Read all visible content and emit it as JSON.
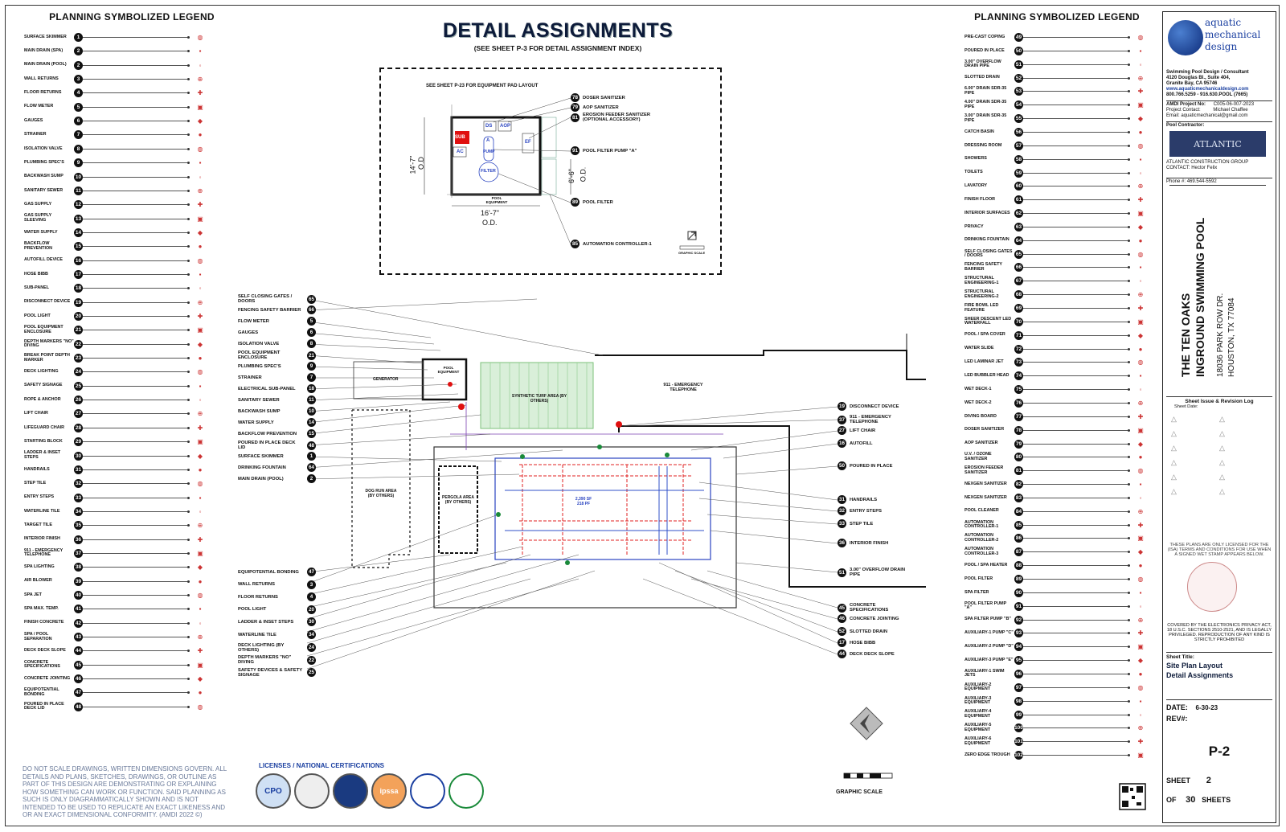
{
  "header": {
    "title": "DETAIL ASSIGNMENTS",
    "subtitle": "(SEE SHEET P-3 FOR DETAIL ASSIGNMENT INDEX)"
  },
  "legend_left": {
    "title": "PLANNING SYMBOLIZED LEGEND",
    "items": [
      {
        "n": "1",
        "label": "SURFACE SKIMMER"
      },
      {
        "n": "2",
        "label": "MAIN DRAIN (SPA)"
      },
      {
        "n": "2",
        "label": "MAIN DRAIN (POOL)"
      },
      {
        "n": "3",
        "label": "WALL RETURNS"
      },
      {
        "n": "4",
        "label": "FLOOR RETURNS"
      },
      {
        "n": "5",
        "label": "FLOW METER"
      },
      {
        "n": "6",
        "label": "GAUGES"
      },
      {
        "n": "7",
        "label": "STRAINER"
      },
      {
        "n": "8",
        "label": "ISOLATION VALVE"
      },
      {
        "n": "9",
        "label": "PLUMBING SPEC'S"
      },
      {
        "n": "10",
        "label": "BACKWASH SUMP"
      },
      {
        "n": "11",
        "label": "SANITARY SEWER"
      },
      {
        "n": "12",
        "label": "GAS SUPPLY"
      },
      {
        "n": "13",
        "label": "GAS SUPPLY SLEEVING"
      },
      {
        "n": "14",
        "label": "WATER SUPPLY"
      },
      {
        "n": "15",
        "label": "BACKFLOW PREVENTION"
      },
      {
        "n": "16",
        "label": "AUTOFILL DEVICE"
      },
      {
        "n": "17",
        "label": "HOSE BIBB"
      },
      {
        "n": "18",
        "label": "SUB-PANEL"
      },
      {
        "n": "19",
        "label": "DISCONNECT DEVICE"
      },
      {
        "n": "20",
        "label": "POOL LIGHT"
      },
      {
        "n": "21",
        "label": "POOL EQUIPMENT ENCLOSURE"
      },
      {
        "n": "22",
        "label": "DEPTH MARKERS \"NO\" DIVING"
      },
      {
        "n": "23",
        "label": "BREAK POINT DEPTH MARKER"
      },
      {
        "n": "24",
        "label": "DECK LIGHTING"
      },
      {
        "n": "25",
        "label": "SAFETY SIGNAGE"
      },
      {
        "n": "26",
        "label": "ROPE & ANCHOR"
      },
      {
        "n": "27",
        "label": "LIFT CHAIR"
      },
      {
        "n": "28",
        "label": "LIFEGUARD CHAIR"
      },
      {
        "n": "29",
        "label": "STARTING BLOCK"
      },
      {
        "n": "30",
        "label": "LADDER & INSET STEPS"
      },
      {
        "n": "31",
        "label": "HANDRAILS"
      },
      {
        "n": "32",
        "label": "STEP TILE"
      },
      {
        "n": "33",
        "label": "ENTRY STEPS"
      },
      {
        "n": "34",
        "label": "WATERLINE TILE"
      },
      {
        "n": "35",
        "label": "TARGET TILE"
      },
      {
        "n": "36",
        "label": "INTERIOR FINISH"
      },
      {
        "n": "37",
        "label": "911 - EMERGENCY TELEPHONE"
      },
      {
        "n": "38",
        "label": "SPA LIGHTING"
      },
      {
        "n": "39",
        "label": "AIR BLOWER"
      },
      {
        "n": "40",
        "label": "SPA JET"
      },
      {
        "n": "41",
        "label": "SPA MAX. TEMP."
      },
      {
        "n": "42",
        "label": "FINISH CONCRETE"
      },
      {
        "n": "43",
        "label": "SPA / POOL SEPARATION"
      },
      {
        "n": "44",
        "label": "DECK DECK SLOPE"
      },
      {
        "n": "45",
        "label": "CONCRETE SPECIFICATIONS"
      },
      {
        "n": "46",
        "label": "CONCRETE JOINTING"
      },
      {
        "n": "47",
        "label": "EQUIPOTENTIAL BONDING"
      },
      {
        "n": "48",
        "label": "POURED IN PLACE DECK LID"
      }
    ]
  },
  "legend_right": {
    "title": "PLANNING SYMBOLIZED LEGEND",
    "items": [
      {
        "n": "49",
        "label": "PRE-CAST COPING"
      },
      {
        "n": "50",
        "label": "POURED IN PLACE"
      },
      {
        "n": "51",
        "label": "3.00\" OVERFLOW DRAIN PIPE"
      },
      {
        "n": "52",
        "label": "SLOTTED DRAIN"
      },
      {
        "n": "53",
        "label": "6.00\" DRAIN SDR-35 PIPE"
      },
      {
        "n": "54",
        "label": "4.00\" DRAIN SDR-35 PIPE"
      },
      {
        "n": "55",
        "label": "3.00\" DRAIN SDR-35 PIPE"
      },
      {
        "n": "56",
        "label": "CATCH BASIN"
      },
      {
        "n": "57",
        "label": "DRESSING ROOM"
      },
      {
        "n": "58",
        "label": "SHOWERS"
      },
      {
        "n": "59",
        "label": "TOILETS"
      },
      {
        "n": "60",
        "label": "LAVATORY"
      },
      {
        "n": "61",
        "label": "FINISH FLOOR"
      },
      {
        "n": "62",
        "label": "INTERIOR SURFACES"
      },
      {
        "n": "63",
        "label": "PRIVACY"
      },
      {
        "n": "64",
        "label": "DRINKING FOUNTAIN"
      },
      {
        "n": "65",
        "label": "SELF CLOSING GATES / DOORS"
      },
      {
        "n": "66",
        "label": "FENCING SAFETY BARRIER"
      },
      {
        "n": "67",
        "label": "STRUCTURAL ENGINEERING-1"
      },
      {
        "n": "68",
        "label": "STRUCTURAL ENGINEERING-2"
      },
      {
        "n": "69",
        "label": "FIRE BOWL LED FEATURE"
      },
      {
        "n": "70",
        "label": "SHEER DESCENT LED WATERFALL"
      },
      {
        "n": "71",
        "label": "POOL / SPA COVER"
      },
      {
        "n": "72",
        "label": "WATER SLIDE"
      },
      {
        "n": "73",
        "label": "LED LAMINAR JET"
      },
      {
        "n": "74",
        "label": "LED BUBBLER HEAD"
      },
      {
        "n": "75",
        "label": "WET DECK-1"
      },
      {
        "n": "76",
        "label": "WET DECK-2"
      },
      {
        "n": "77",
        "label": "DIVING BOARD"
      },
      {
        "n": "78",
        "label": "DOSER SANITIZER"
      },
      {
        "n": "79",
        "label": "AOP SANITIZER"
      },
      {
        "n": "80",
        "label": "U.V. / OZONE SANITIZER"
      },
      {
        "n": "81",
        "label": "EROSION FEEDER SANITIZER"
      },
      {
        "n": "82",
        "label": "NEXGEN SANITIZER"
      },
      {
        "n": "83",
        "label": "NEXGEN SANITIZER"
      },
      {
        "n": "84",
        "label": "POOL CLEANER"
      },
      {
        "n": "85",
        "label": "AUTOMATION CONTROLLER-1"
      },
      {
        "n": "86",
        "label": "AUTOMATION CONTROLLER-2"
      },
      {
        "n": "87",
        "label": "AUTOMATION CONTROLLER-3"
      },
      {
        "n": "88",
        "label": "POOL / SPA HEATER"
      },
      {
        "n": "89",
        "label": "POOL FILTER"
      },
      {
        "n": "90",
        "label": "SPA FILTER"
      },
      {
        "n": "91",
        "label": "POOL FILTER PUMP \"A\""
      },
      {
        "n": "92",
        "label": "SPA FILTER PUMP \"B\""
      },
      {
        "n": "93",
        "label": "AUXILIARY-1 PUMP \"C\""
      },
      {
        "n": "94",
        "label": "AUXILIARY-2 PUMP \"D\""
      },
      {
        "n": "95",
        "label": "AUXILIARY-3 PUMP \"E\""
      },
      {
        "n": "96",
        "label": "AUXILIARY-1 SWIM JETS"
      },
      {
        "n": "97",
        "label": "AUXILIARY-2 EQUIPMENT"
      },
      {
        "n": "98",
        "label": "AUXILIARY-3 EQUIPMENT"
      },
      {
        "n": "99",
        "label": "AUXILIARY-4 EQUIPMENT"
      },
      {
        "n": "100",
        "label": "AUXILIARY-5 EQUIPMENT"
      },
      {
        "n": "101",
        "label": "AUXILIARY-6 EQUIPMENT"
      },
      {
        "n": "102",
        "label": "ZERO EDGE TROUGH"
      }
    ]
  },
  "inset": {
    "note": "SEE SHEET P-23 FOR EQUIPMENT PAD LAYOUT",
    "dim_width": "16'-7\"",
    "dim_width_od": "O.D.",
    "dim_height": "14'-7\"",
    "dim_height_od": "O.D",
    "dim_side": "6'-6\"",
    "dim_side_od": "O.D.",
    "labels": {
      "sub": "SUB",
      "ds": "DS",
      "aop": "AOP",
      "ac": "AC",
      "pump": "PUMP",
      "a": "A",
      "filter": "FILTER",
      "ef": "EF",
      "pad": "POOL EQUIPMENT"
    },
    "callouts": [
      {
        "n": "78",
        "label": "DOSER SANITIZER"
      },
      {
        "n": "79",
        "label": "AOP SANITIZER"
      },
      {
        "n": "81",
        "label": "EROSION FEEDER SANITIZER (OPTIONAL ACCESSORY)"
      },
      {
        "n": "91",
        "label": "POOL FILTER PUMP \"A\""
      },
      {
        "n": "89",
        "label": "POOL FILTER"
      },
      {
        "n": "85",
        "label": "AUTOMATION CONTROLLER-1"
      }
    ],
    "scale_label": "GRAPHIC SCALE"
  },
  "site_left_callouts": [
    {
      "n": "65",
      "label": "SELF CLOSING GATES / DOORS"
    },
    {
      "n": "66",
      "label": "FENCING SAFETY BARRIER"
    },
    {
      "n": "5",
      "label": "FLOW METER"
    },
    {
      "n": "6",
      "label": "GAUGES"
    },
    {
      "n": "8",
      "label": "ISOLATION VALVE"
    },
    {
      "n": "21",
      "label": "POOL EQUIPMENT ENCLOSURE"
    },
    {
      "n": "9",
      "label": "PLUMBING SPEC'S"
    },
    {
      "n": "7",
      "label": "STRAINER"
    },
    {
      "n": "18",
      "label": "ELECTRICAL SUB-PANEL"
    },
    {
      "n": "11",
      "label": "SANITARY SEWER"
    },
    {
      "n": "10",
      "label": "BACKWASH SUMP"
    },
    {
      "n": "14",
      "label": "WATER SUPPLY"
    },
    {
      "n": "15",
      "label": "BACKFLOW PREVENTION"
    },
    {
      "n": "48",
      "label": "POURED IN PLACE DECK LID"
    },
    {
      "n": "1",
      "label": "SURFACE SKIMMER"
    },
    {
      "n": "64",
      "label": "DRINKING FOUNTAIN"
    },
    {
      "n": "2",
      "label": "MAIN DRAIN (POOL)"
    }
  ],
  "site_left_callouts_low": [
    {
      "n": "47",
      "label": "EQUIPOTENTIAL BONDING"
    },
    {
      "n": "3",
      "label": "WALL RETURNS"
    },
    {
      "n": "4",
      "label": "FLOOR RETURNS"
    },
    {
      "n": "20",
      "label": "POOL LIGHT"
    },
    {
      "n": "30",
      "label": "LADDER & INSET STEPS"
    },
    {
      "n": "34",
      "label": "WATERLINE TILE"
    },
    {
      "n": "24",
      "label": "DECK LIGHTING (BY OTHERS)"
    },
    {
      "n": "22",
      "label": "DEPTH MARKERS \"NO\" DIVING"
    },
    {
      "n": "25",
      "label": "SAFETY DEVICES & SAFETY SIGNAGE"
    }
  ],
  "site_right_callouts": [
    {
      "n": "19",
      "label": "DISCONNECT DEVICE"
    },
    {
      "n": "37",
      "label": "911 - EMERGENCY TELEPHONE"
    },
    {
      "n": "27",
      "label": "LIFT CHAIR"
    },
    {
      "n": "16",
      "label": "AUTOFILL"
    },
    {
      "n": "50",
      "label": "POURED IN PLACE"
    },
    {
      "n": "31",
      "label": "HANDRAILS"
    },
    {
      "n": "32",
      "label": "ENTRY STEPS"
    },
    {
      "n": "33",
      "label": "STEP TILE"
    },
    {
      "n": "36",
      "label": "INTERIOR FINISH"
    },
    {
      "n": "51",
      "label": "3.00\" OVERFLOW DRAIN PIPE"
    },
    {
      "n": "45",
      "label": "CONCRETE SPECIFICATIONS"
    },
    {
      "n": "46",
      "label": "CONCRETE JOINTING"
    },
    {
      "n": "52",
      "label": "SLOTTED DRAIN"
    },
    {
      "n": "17",
      "label": "HOSE BIBB"
    },
    {
      "n": "44",
      "label": "DECK DECK SLOPE"
    }
  ],
  "site_labels": {
    "generator": "GENERATOR",
    "pool_equipment": "POOL EQUIPMENT",
    "turf": "SYNTHETIC TURF AREA (BY OTHERS)",
    "telephone": "911 - EMERGENCY TELEPHONE",
    "dog_run": "DOG RUN AREA (BY OTHERS)",
    "pergola": "PERGOLA AREA (BY OTHERS)",
    "pool_area": "2,390 SF 218 PF"
  },
  "title_block": {
    "company_name": "aquatic mechanical design",
    "company_desc": "Swimming Pool Design / Consultant",
    "address1": "4120 Douglas Bl., Suite 404,",
    "address2": "Granite Bay, CA 95746",
    "website": "www.aquaticmechanicaldesign.com",
    "phone": "800.766.5259 - 916.630.POOL (7665)",
    "project_no_label": "AMDI Project No:",
    "project_no": "C005-06-007-2023",
    "contact_label": "Project Contact:",
    "contact": "Michael Chaffee",
    "email": "Email: aquaticmechanical@gmail.com",
    "contractor_label": "Pool Contractor:",
    "contractor_logo": "ATLANTIC",
    "contractor_name": "ATLANTIC CONSTRUCTION GROUP",
    "contractor_contact": "CONTACT: Hector Felix",
    "contractor_phone": "Phone #: 469.544-5592",
    "project_line1": "THE TEN OAKS",
    "project_line2": "INGROUND SWIMMING POOL",
    "address_line1": "18036 PARK ROW DR.",
    "address_line2": "HOUSTON, TX 77084",
    "revision_title": "Sheet Issue & Revision Log",
    "sheet_date_label": "Sheet Date:",
    "license_note": "THESE PLANS ARE ONLY LICENSED FOR THE (ISA) TERMS AND CONDITIONS FOR USE WHEN A SIGNED WET STAMP APPEARS BELOW.",
    "privacy_note": "COVERED BY THE ELECTRONICS PRIVACY ACT, 18 U.S.C. SECTIONS 2510-2521, AND IS LEGALLY PRIVILEGED. REPRODUCTION OF ANY KIND IS STRICTLY PROHIBITED",
    "sheet_title_label": "Sheet Title:",
    "sheet_title_1": "Site Plan Layout",
    "sheet_title_2": "Detail Assignments",
    "date_label": "DATE:",
    "date": "6-30-23",
    "rev_label": "REV#:",
    "sheet_code": "P-2",
    "sheet_label": "SHEET",
    "sheet_no": "2",
    "of_label": "OF",
    "of_no": "30",
    "sheets_label": "SHEETS"
  },
  "footer": {
    "disclaimer": "DO NOT SCALE DRAWINGS, WRITTEN DIMENSIONS GOVERN. ALL DETAILS AND PLANS, SKETCHES, DRAWINGS, OR OUTLINE AS PART OF THIS DESIGN ARE DEMONSTRATING OR EXPLAINING HOW SOMETHING CAN WORK OR FUNCTION. SAID PLANNING AS SUCH IS ONLY DIAGRAMMATICALLY SHOWN AND IS NOT INTENDED TO BE USED TO REPLICATE AN EXACT LIKENESS AND OR AN EXACT DIMENSIONAL CONFORMITY. (AMDI 2022 ©)",
    "licenses_title": "LICENSES / NATIONAL CERTIFICATIONS",
    "badge_cpo": "CPO",
    "badge_ipssa": "ipssa",
    "graphic_scale": "GRAPHIC SCALE"
  },
  "colors": {
    "ink": "#111111",
    "accent_blue": "#1a3fa0",
    "pipe_red": "#e02020",
    "pipe_blue": "#3050c8",
    "turf_green": "#7cc07a"
  }
}
